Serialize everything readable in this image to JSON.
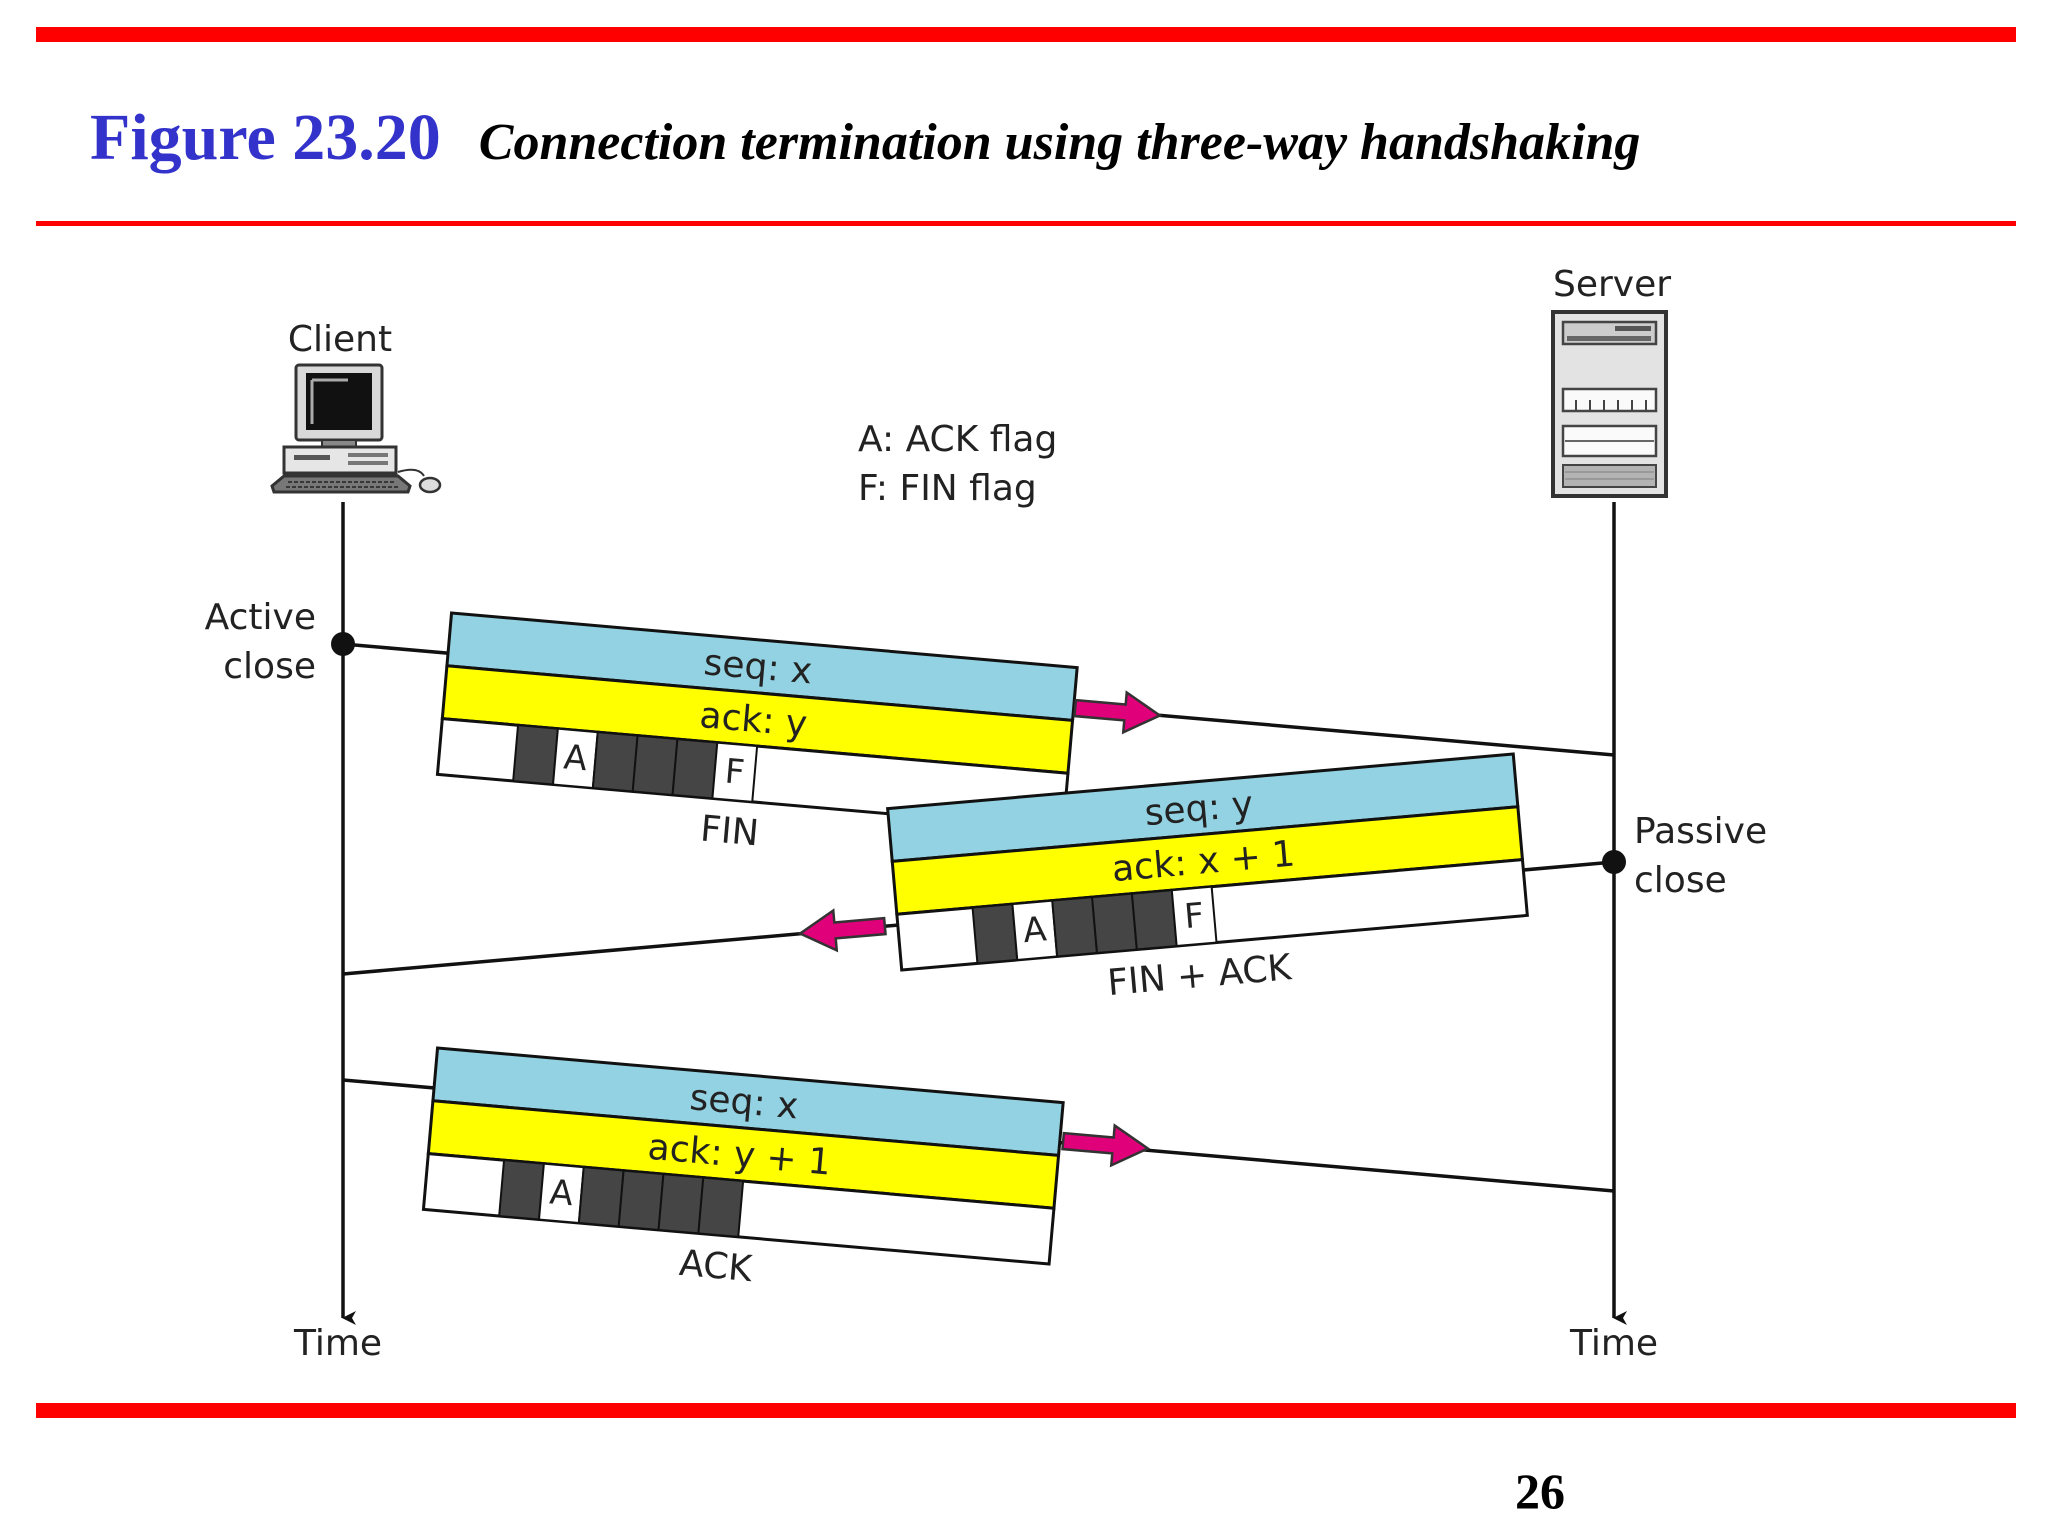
{
  "header": {
    "figure_number": "Figure 23.20",
    "figure_title": "Connection termination using three-way handshaking"
  },
  "diagram": {
    "client_label": "Client",
    "server_label": "Server",
    "legend": [
      "A: ACK flag",
      "F: FIN flag"
    ],
    "active_close": [
      "Active",
      "close"
    ],
    "passive_close": [
      "Passive",
      "close"
    ],
    "time_left": "Time",
    "time_right": "Time",
    "segments": [
      {
        "seq": "seq: x",
        "ack": "ack: y",
        "flags": [
          "A",
          "F"
        ],
        "name": "FIN"
      },
      {
        "seq": "seq: y",
        "ack": "ack: x + 1",
        "flags": [
          "A",
          "F"
        ],
        "name": "FIN + ACK"
      },
      {
        "seq": "seq: x",
        "ack": "ack: y + 1",
        "flags": [
          "A"
        ],
        "name": "ACK"
      }
    ],
    "colors": {
      "seq_band": "#93d2e2",
      "ack_band": "#ffff00",
      "flag_dark": "#454545",
      "arrow": "#e0007a"
    }
  },
  "footer": {
    "page_number": "26"
  }
}
